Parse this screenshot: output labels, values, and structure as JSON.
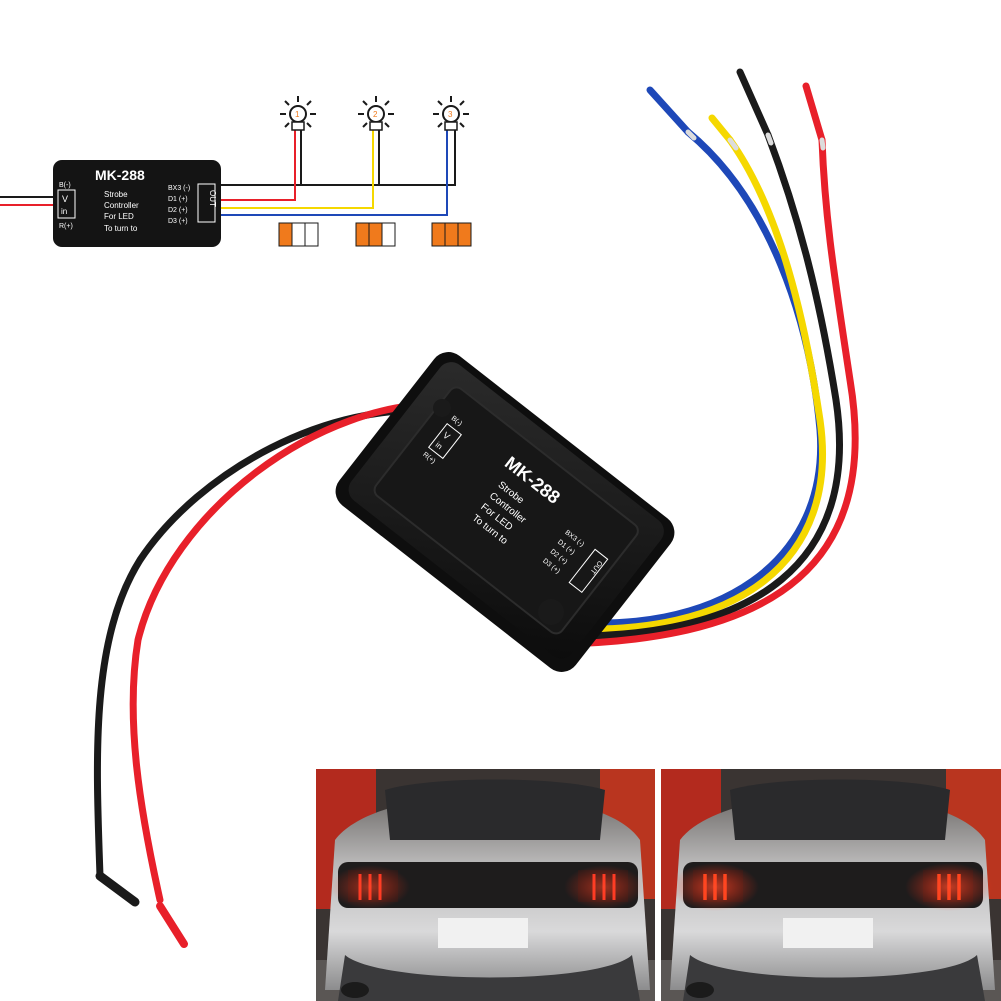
{
  "diagram": {
    "model": "MK-288",
    "lines": [
      "Strobe",
      "Controller",
      "For LED",
      "To turn to"
    ],
    "input_pins": {
      "b": "B(-)",
      "v": "V",
      "in": "in",
      "r": "R(+)"
    },
    "out_label": "OUT",
    "output_pins": [
      "BX3 (-)",
      "D1  (+)",
      "D2  (+)",
      "D3  (+)"
    ],
    "lamp_numbers": [
      "1",
      "2",
      "3"
    ]
  },
  "device": {
    "model": "MK-288",
    "lines": [
      "Strobe",
      "Controller",
      "For LED",
      "To turn to"
    ],
    "input_pins": {
      "b": "B(-)",
      "v": "V",
      "in": "in",
      "r": "R(+)"
    },
    "output_pins": [
      "BX3 (-)",
      "D1 (+)",
      "D2 (+)",
      "D3 (+)"
    ],
    "out_label": "OUT"
  },
  "colors": {
    "wire_red": "#e8202a",
    "wire_black": "#1a1a1a",
    "wire_yellow": "#f5d800",
    "wire_blue": "#1e48b8",
    "led_orange": "#f07a1c",
    "box_black": "#141414"
  }
}
